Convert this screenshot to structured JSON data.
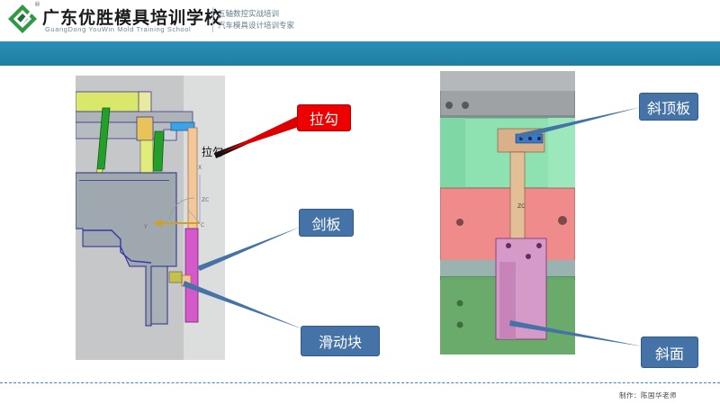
{
  "header": {
    "reg_mark": "®",
    "school_name_cn": "广东优胜模具培训学校",
    "school_name_en": "GuangDong YouWin Mold Training School",
    "slogan_line1": "五轴数控实战培训",
    "slogan_line2": "汽车模具设计培训专家"
  },
  "colors": {
    "accent_bar": "#1f7ea3",
    "callout_red": "#ee0000",
    "callout_blue": "#4573a8"
  },
  "left_diagram": {
    "inner_label": "拉勾",
    "axis_labels": {
      "z": "ZC",
      "y": "Y",
      "x": "X",
      "c": "C"
    }
  },
  "right_diagram": {
    "axis_label": "ZC"
  },
  "callouts": {
    "lagou": "拉勾",
    "jianban": "剑板",
    "huadongkuai": "滑动块",
    "xiedingban": "斜顶板",
    "xiemian": "斜面"
  },
  "footer": {
    "credit": "制作：陈国华老师"
  }
}
